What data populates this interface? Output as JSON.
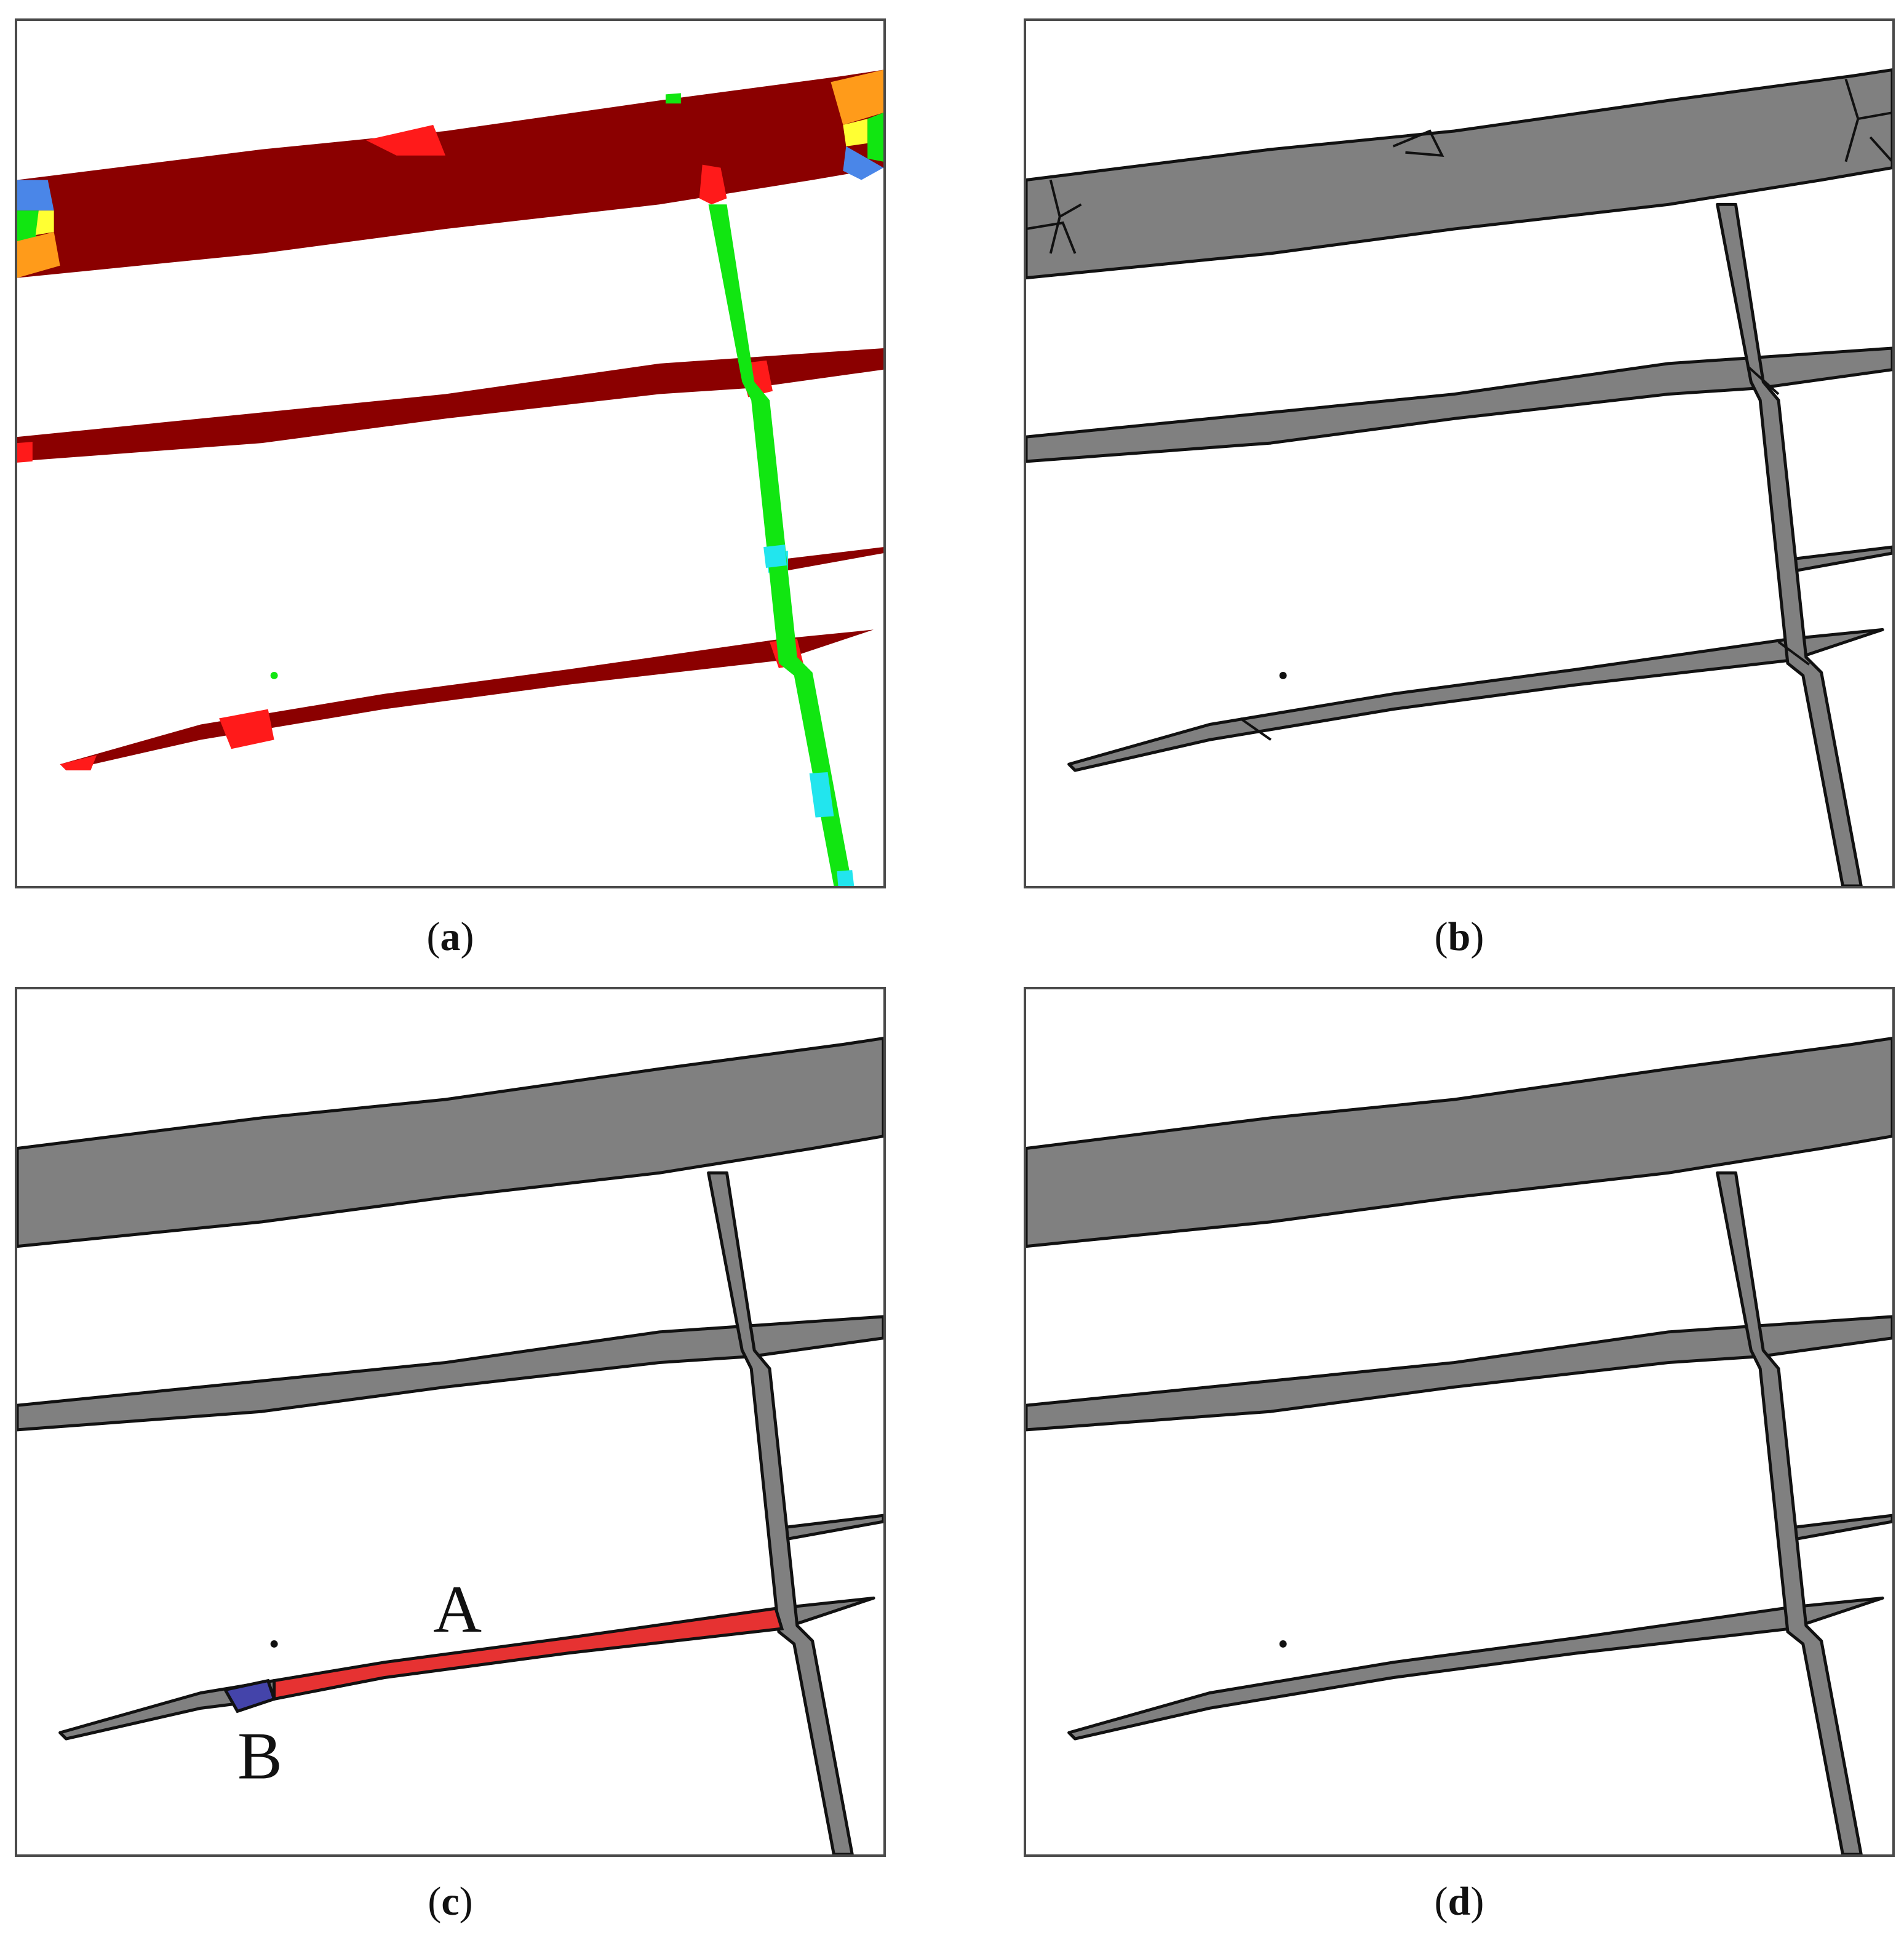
{
  "captions": {
    "a": {
      "open": "(",
      "letter": "a",
      "close": ")"
    },
    "b": {
      "open": "(",
      "letter": "b",
      "close": ")"
    },
    "c": {
      "open": "(",
      "letter": "c",
      "close": ")"
    },
    "d": {
      "open": "(",
      "letter": "d",
      "close": ")"
    }
  },
  "labels": {
    "region_a": "A",
    "region_b": "B"
  },
  "colors": {
    "dark_red": "#8b0000",
    "bright_red": "#ff1a1a",
    "green": "#11e611",
    "cyan": "#22e5ee",
    "orange": "#ff9b1a",
    "blue": "#4a86e8",
    "yellow": "#ffff33",
    "gray": "#808080",
    "outline": "#111111",
    "highlight_a": "#e63232",
    "highlight_b": "#4444aa"
  }
}
